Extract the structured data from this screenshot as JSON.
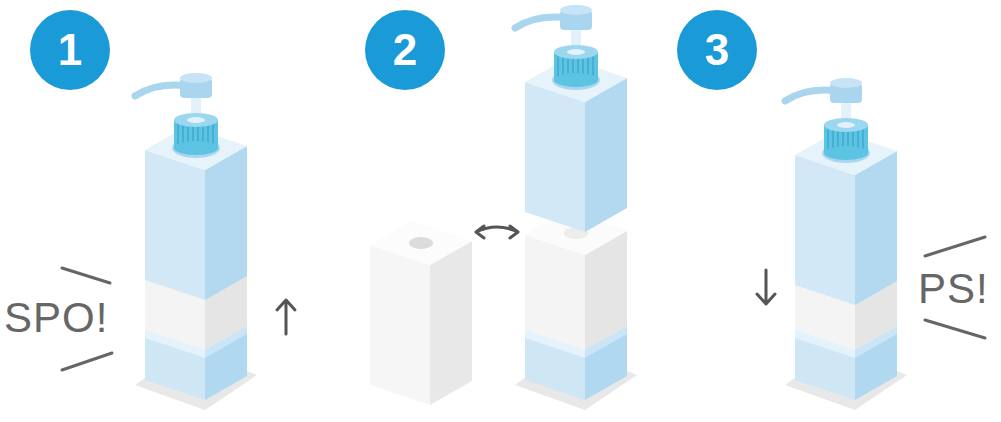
{
  "diagram": {
    "nodes": [
      {
        "text": [
          "1"
        ]
      },
      {
        "text": [
          "2"
        ]
      },
      {
        "text": [
          "3"
        ]
      }
    ],
    "labels": [
      "SPO!",
      "PS!"
    ]
  }
}
